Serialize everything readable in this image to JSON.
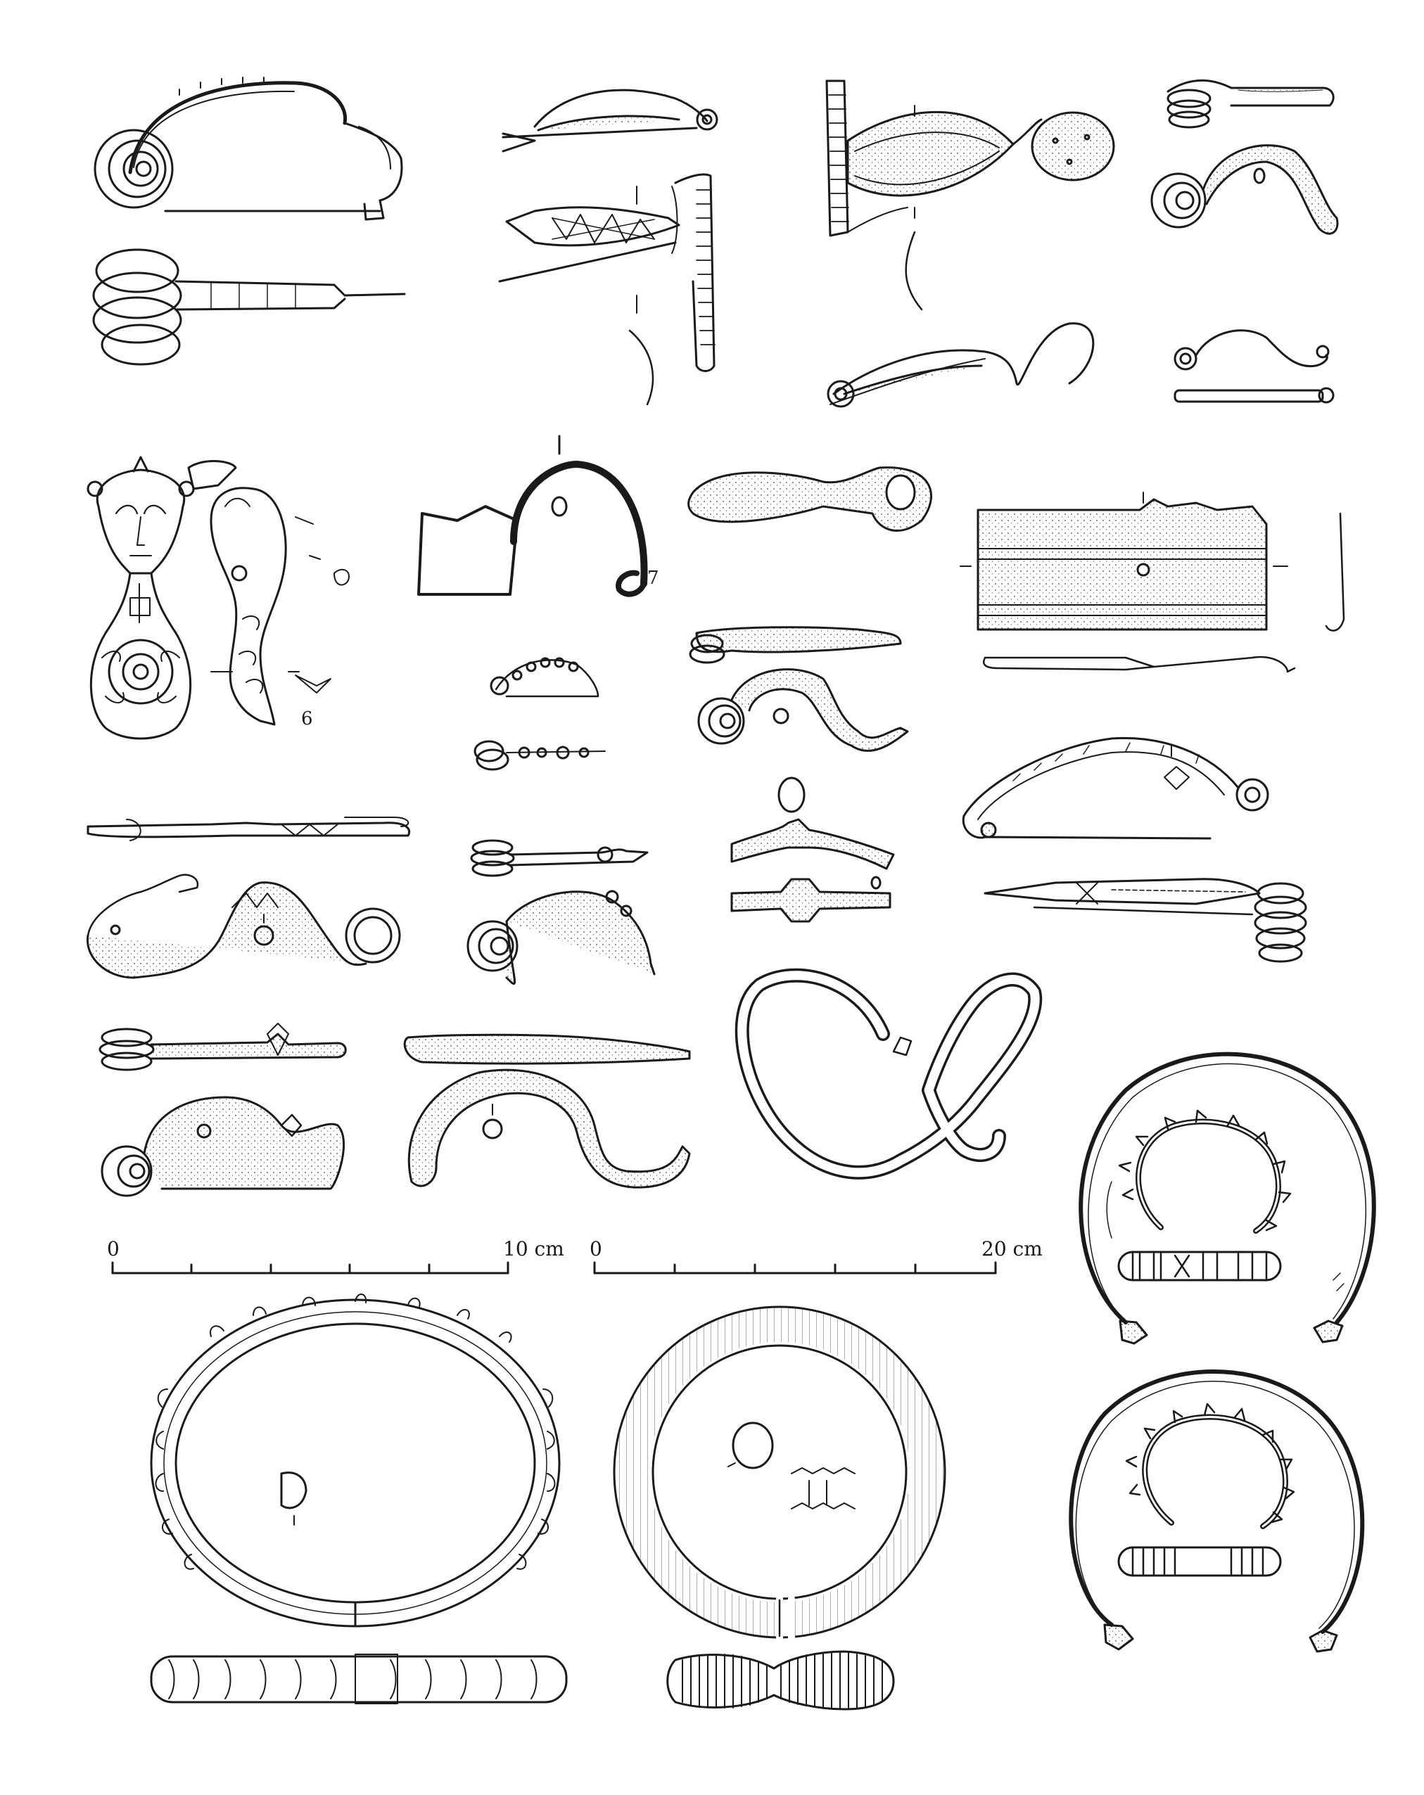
{
  "figure_labels": {
    "fig6": "6",
    "fig7": "7"
  },
  "scale_bars": [
    {
      "ticks": [
        "0",
        "10 cm"
      ],
      "length_cm": 10,
      "divisions": 5
    },
    {
      "ticks": [
        "0",
        "20 cm"
      ],
      "length_cm": 20,
      "divisions": 5
    }
  ],
  "colors": {
    "ink": "#1a1a1a",
    "background": "#ffffff"
  }
}
